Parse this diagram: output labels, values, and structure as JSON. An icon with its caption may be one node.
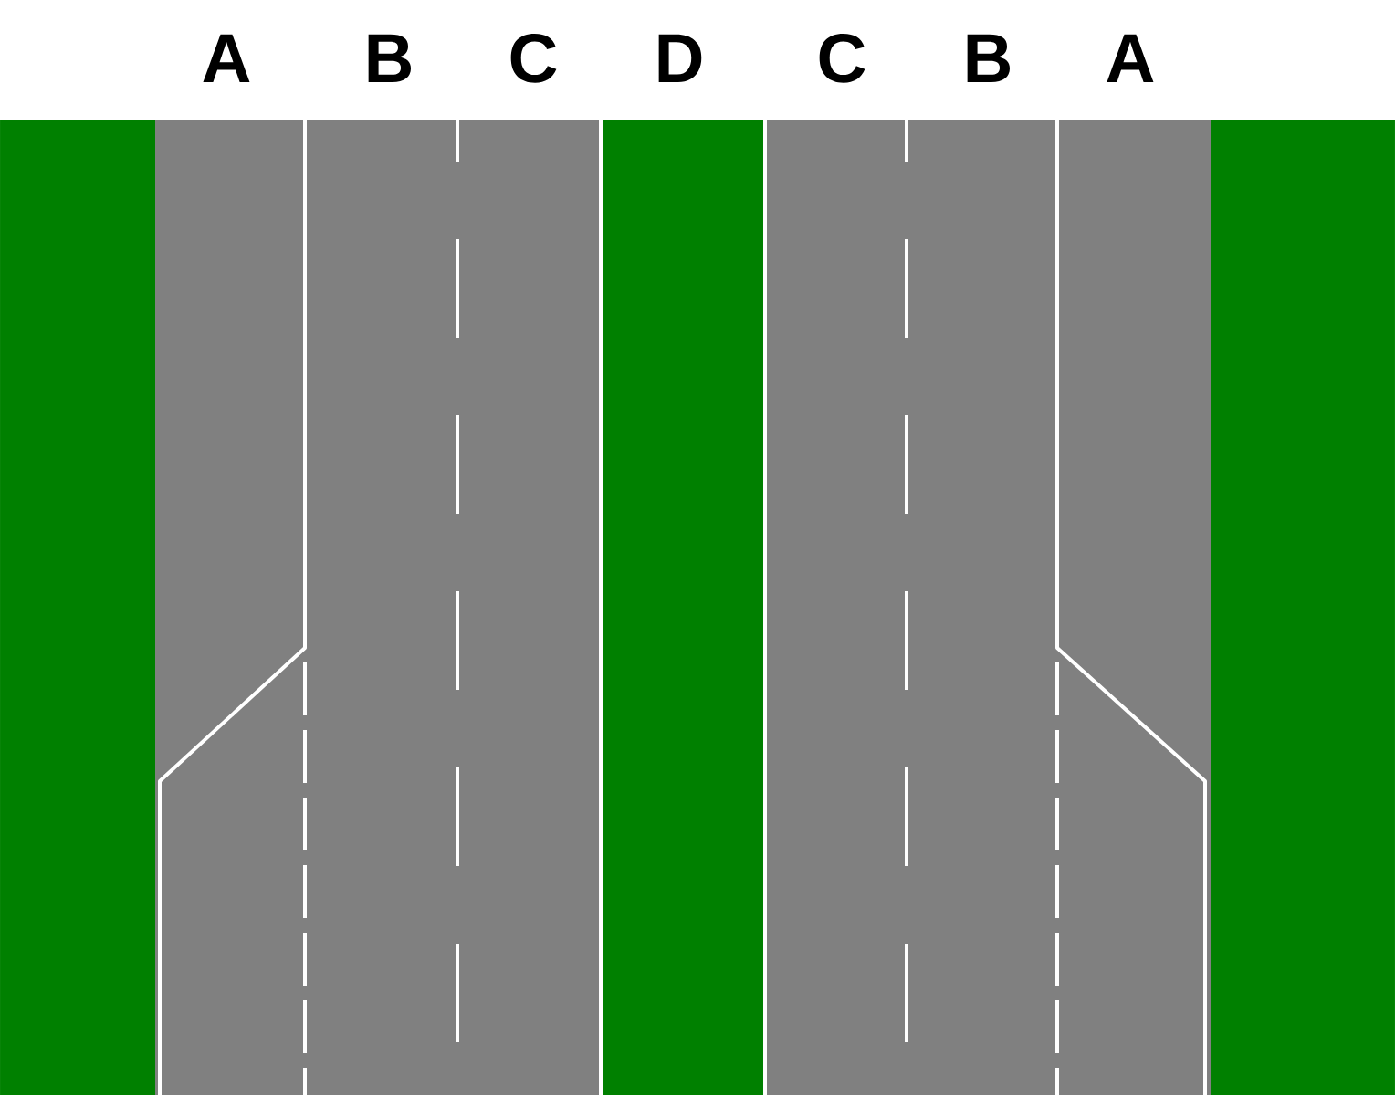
{
  "diagram": {
    "labels": [
      "A",
      "B",
      "C",
      "D",
      "C",
      "B",
      "A"
    ]
  }
}
